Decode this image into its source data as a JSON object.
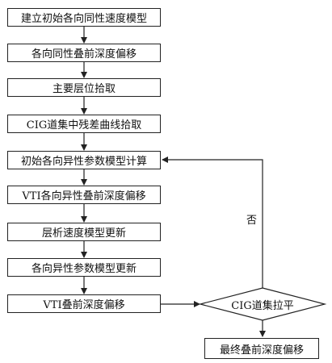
{
  "flow": {
    "steps": [
      "建立初始各向同性速度模型",
      "各向同性叠前深度偏移",
      "主要层位拾取",
      "CIG道集中残差曲线拾取",
      "初始各向异性参数模型计算",
      "VTI各向异性叠前深度偏移",
      "层析速度模型更新",
      "各向异性参数模型更新",
      "VTI叠前深度偏移"
    ],
    "decision": "CIG道集拉平",
    "no_label": "否",
    "final": "最终叠前深度偏移"
  }
}
